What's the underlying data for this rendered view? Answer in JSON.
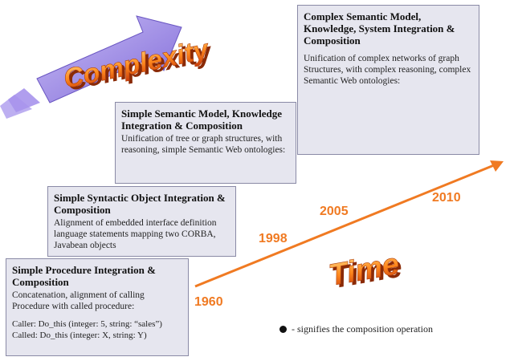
{
  "boxes": {
    "procedure": {
      "title": "Simple Procedure Integration & Composition",
      "desc": "Concatenation, alignment of calling Procedure with called procedure:",
      "caller": "Caller: Do_this (integer: 5, string: “sales”)",
      "called": "Called: Do_this (integer: X, string: Y)"
    },
    "syntactic": {
      "title": "Simple Syntactic Object Integration & Composition",
      "desc": "Alignment of embedded interface definition language statements mapping two CORBA, Javabean objects"
    },
    "simple_semantic": {
      "title": "Simple Semantic Model, Knowledge Integration & Composition",
      "desc": "Unification of tree or graph structures, with reasoning, simple Semantic Web ontologies:"
    },
    "complex_semantic": {
      "title": "Complex Semantic Model, Knowledge, System Integration & Composition",
      "desc": "Unification of complex networks of graph Structures, with complex reasoning, complex Semantic Web ontologies:"
    }
  },
  "years": [
    "1960",
    "1998",
    "2005",
    "2010"
  ],
  "labels": {
    "complexity": "Complexity",
    "time": "Time"
  },
  "legend": "- signifies the composition operation",
  "colors": {
    "box_bg": "#e6e6ef",
    "box_border": "#8a8aa6",
    "timeline": "#f07a22",
    "word_art": "#ff8a1e",
    "arrow": "#9a86e2"
  }
}
